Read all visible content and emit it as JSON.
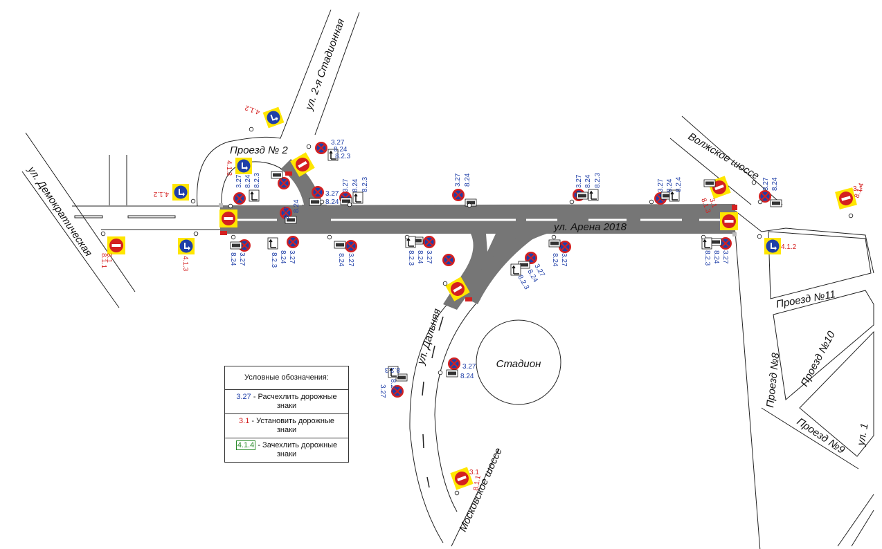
{
  "streets": {
    "demokraticheskaya": "ул. Демократическая",
    "vtoraya_stadionnaya": "ул. 2-я Стадионная",
    "proezd2": "Проезд № 2",
    "arena2018": "ул. Арена 2018",
    "volzhskoe": "Волжское шоссе",
    "dalnyaya": "ул. Дальняя",
    "moskovskoe": "Московское шоссе",
    "proezd11": "Проезд №11",
    "proezd10": "Проезд №10",
    "proezd8": "Проезд №8",
    "proezd9": "Проезд №9",
    "ul_partial": "ул. 1"
  },
  "landmarks": {
    "stadium": "Стадион"
  },
  "codes": {
    "c327": "3.27",
    "c824": "8.24",
    "c823": "8.2.3",
    "c824b": "8.2.4",
    "c31": "3.1",
    "c813": "8.1.3",
    "c811": "8.1.1",
    "c814": "8.1.4",
    "c412": "4.1.2",
    "c413": "4.1.3"
  },
  "legend": {
    "title": "Условные обозначения:",
    "row1_code": "3.27",
    "row1_text": " - Расчехлить дорожные знаки",
    "row2_code": "3.1",
    "row2_text": " - Установить дорожные знаки",
    "row3_code": "4.1.4",
    "row3_text": " - Зачехлить дорожные знаки"
  },
  "colors": {
    "road": "#767676",
    "sign_red": "#d42020",
    "sign_blue": "#1f3fa8",
    "sign_yellow": "#ffe600",
    "code_blue": "#1f3fa8",
    "code_red": "#d42020",
    "code_green": "#2a8a2a"
  },
  "icons": {
    "no_stopping": "no-stopping-sign-icon",
    "no_entry": "no-entry-sign-icon",
    "turn_right": "turn-right-sign-icon"
  }
}
